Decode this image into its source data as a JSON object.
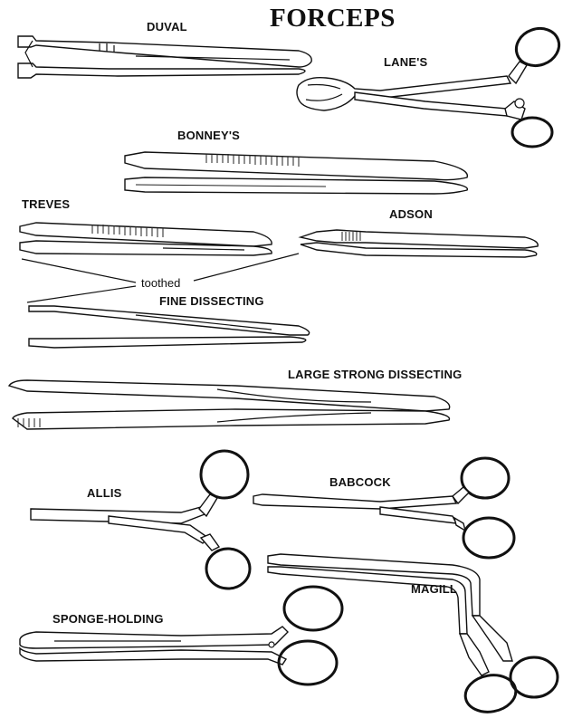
{
  "title": "FORCEPS",
  "note": "toothed",
  "instruments": [
    {
      "key": "duval",
      "label": "DUVAL"
    },
    {
      "key": "lanes",
      "label": "LANE'S"
    },
    {
      "key": "bonneys",
      "label": "BONNEY'S"
    },
    {
      "key": "treves",
      "label": "TREVES"
    },
    {
      "key": "adson",
      "label": "ADSON"
    },
    {
      "key": "fine_dissecting",
      "label": "FINE DISSECTING"
    },
    {
      "key": "large_strong_dissecting",
      "label": "LARGE STRONG DISSECTING"
    },
    {
      "key": "allis",
      "label": "ALLIS"
    },
    {
      "key": "babcock",
      "label": "BABCOCK"
    },
    {
      "key": "magill",
      "label": "MAGILL"
    },
    {
      "key": "sponge_holding",
      "label": "SPONGE-HOLDING"
    }
  ],
  "colors": {
    "ink": "#111111",
    "background": "#ffffff"
  }
}
